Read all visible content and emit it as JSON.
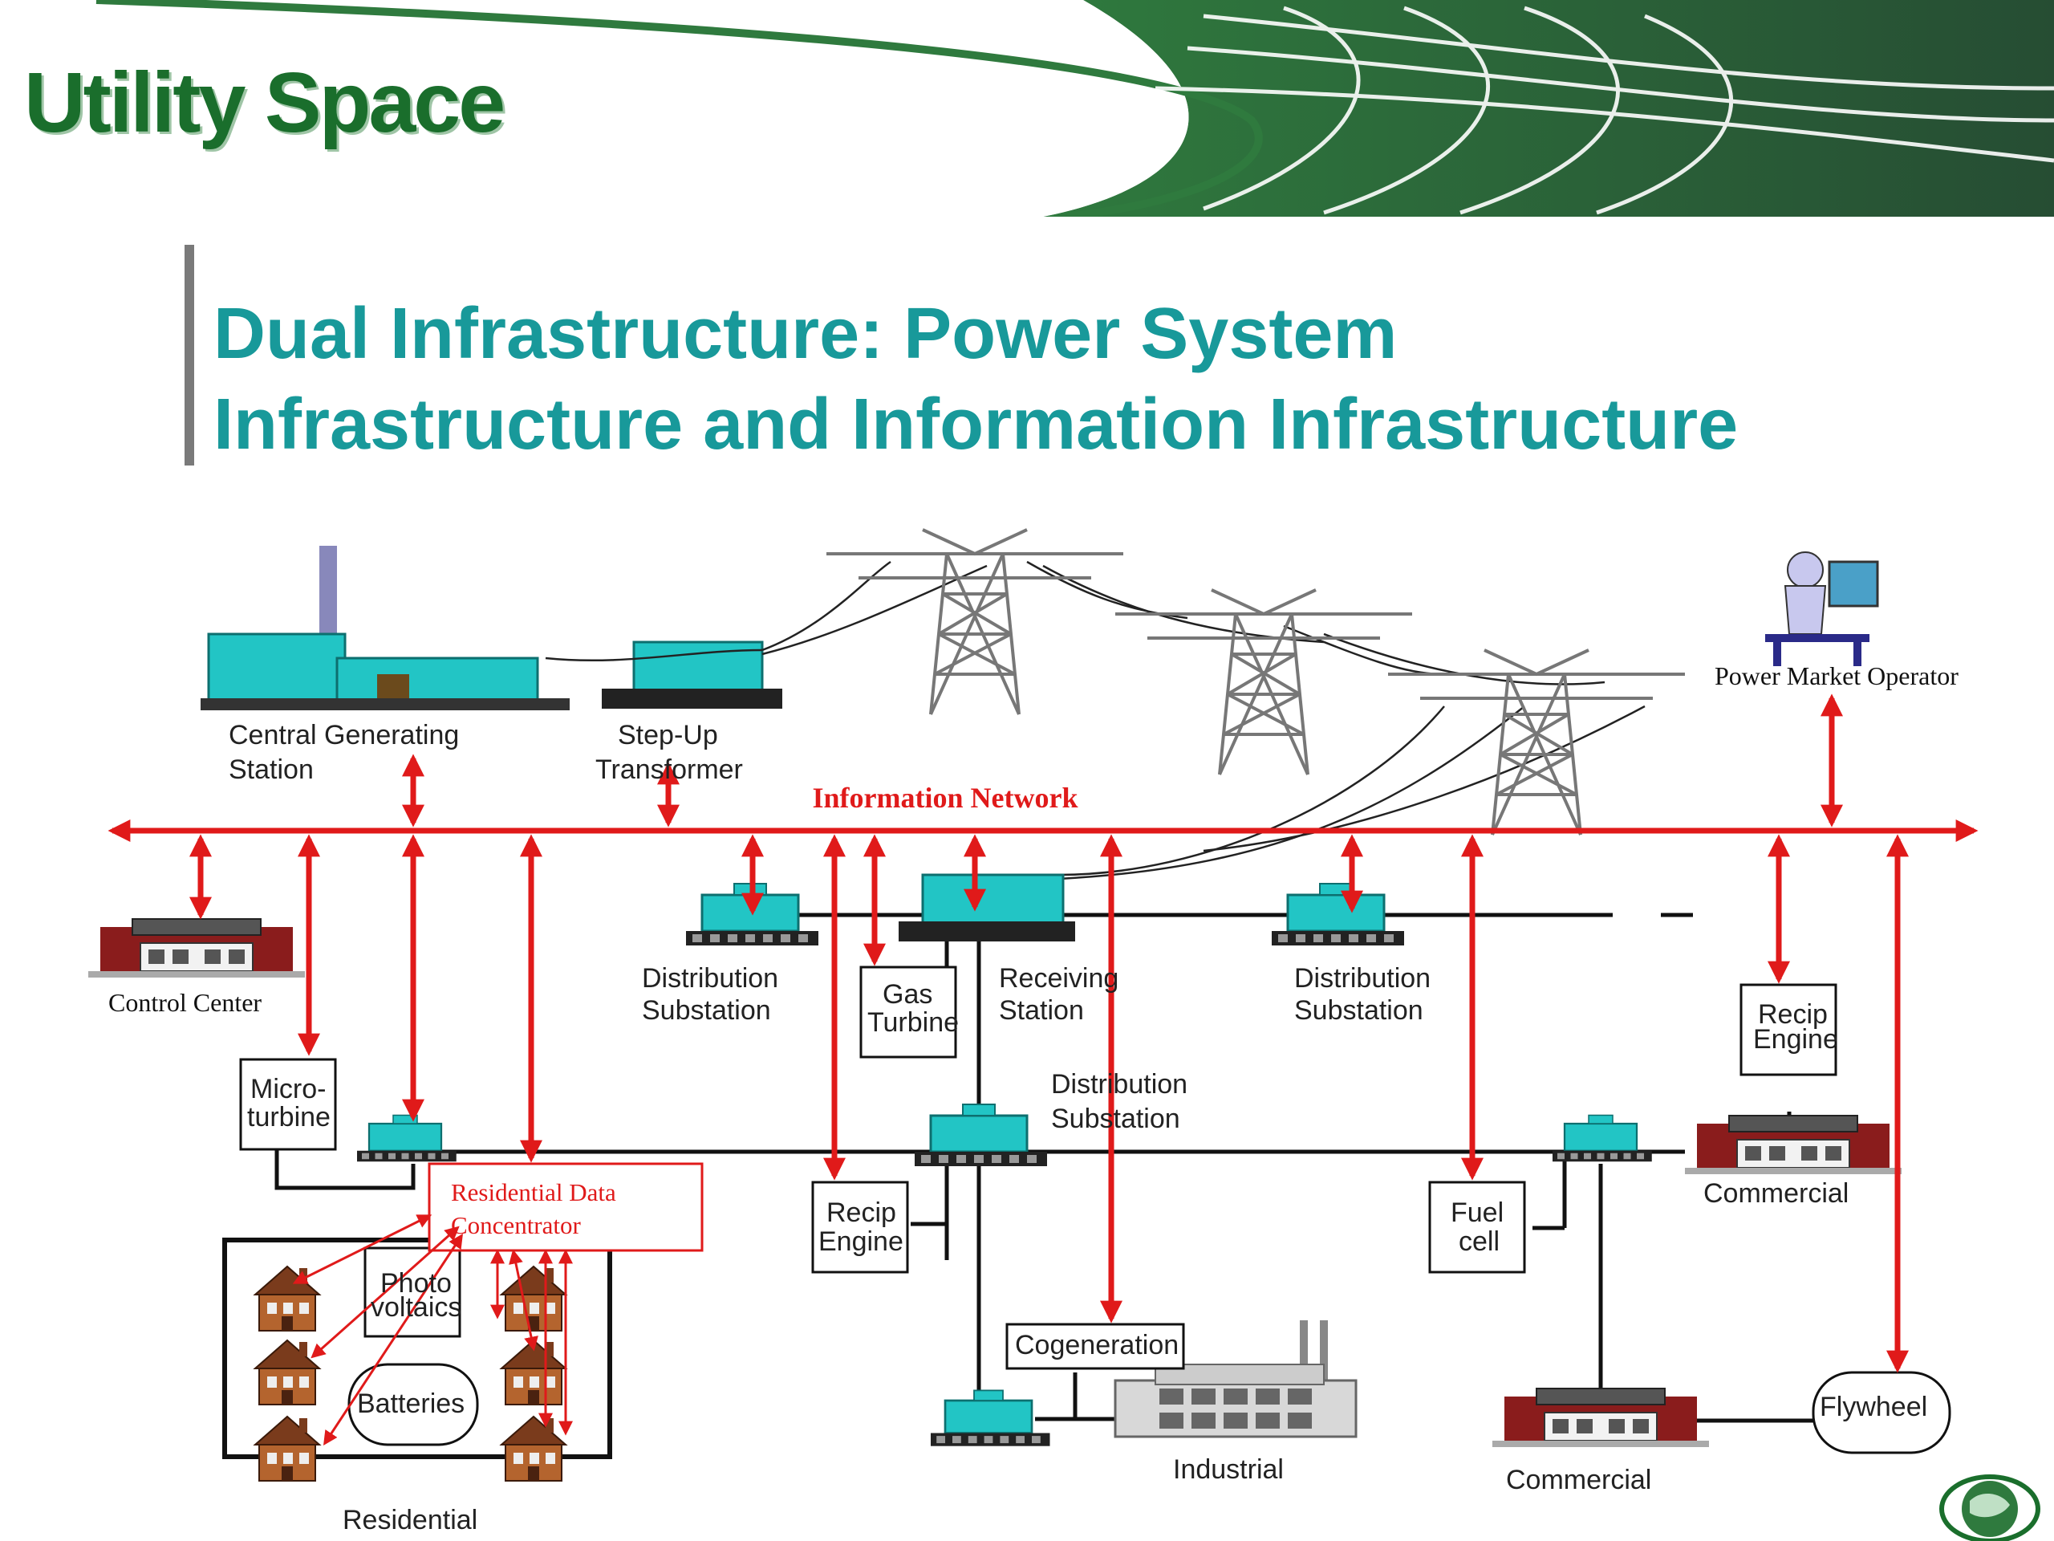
{
  "header": {
    "brand": "Utility Space"
  },
  "slide": {
    "title_line1": "Dual Infrastructure: Power System",
    "title_line2": "Infrastructure and Information Infrastructure"
  },
  "diagram": {
    "network_label": "Information Network",
    "central_generating": [
      "Central Generating",
      "Station"
    ],
    "step_up": [
      "Step-Up",
      "Transformer"
    ],
    "power_market_operator": "Power Market Operator",
    "control_center": "Control Center",
    "micro_turbine": [
      "Micro-",
      "turbine"
    ],
    "distribution_substation_left": [
      "Distribution",
      "Substation"
    ],
    "gas_turbine": [
      "Gas",
      "Turbine"
    ],
    "receiving_station": [
      "Receiving",
      "Station"
    ],
    "distribution_substation_right": [
      "Distribution",
      "Substation"
    ],
    "distribution_substation_mid": [
      "Distribution",
      "Substation"
    ],
    "recip_engine_right": [
      "Recip",
      "Engine"
    ],
    "commercial_right": "Commercial",
    "residential_data_concentrator": [
      "Residential Data",
      "Concentrator"
    ],
    "recip_engine_mid": [
      "Recip",
      "Engine"
    ],
    "fuel_cell": [
      "Fuel",
      "cell"
    ],
    "photovoltaics": [
      "Photo",
      "voltaics"
    ],
    "batteries": "Batteries",
    "cogeneration": "Cogeneration",
    "industrial": "Industrial",
    "commercial_bottom": "Commercial",
    "flywheel": "Flywheel",
    "residential": "Residential"
  },
  "colors": {
    "brand": "#1a6e2c",
    "title": "#18999a",
    "network": "#e01a1a",
    "equipment": "#22c5c5",
    "building": "#8a1c1c"
  }
}
